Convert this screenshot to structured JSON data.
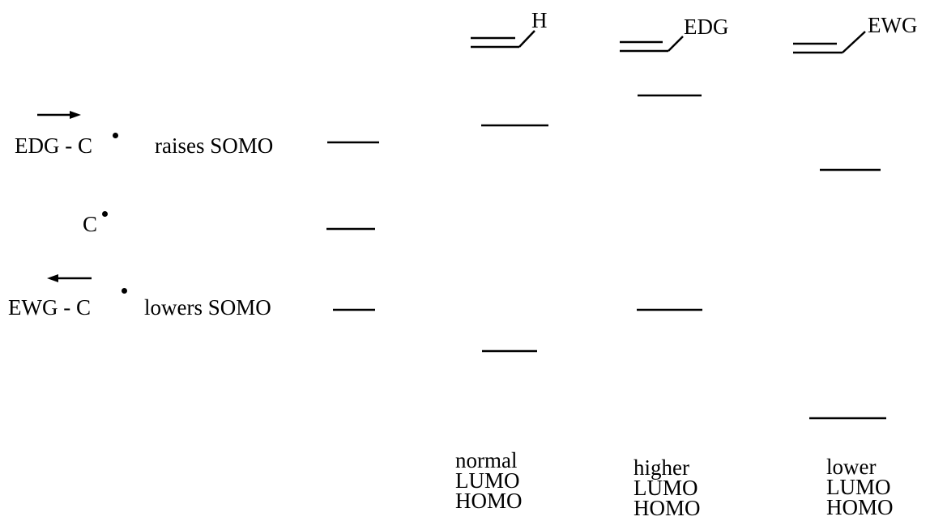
{
  "radicals": [
    {
      "label": "EDG - C",
      "effect": "raises SOMO",
      "arrow": "right"
    },
    {
      "label": "C",
      "effect": "",
      "arrow": "none"
    },
    {
      "label": "EWG - C",
      "effect": "lowers SOMO",
      "arrow": "left"
    }
  ],
  "alkenes": [
    {
      "substituent": "H",
      "caption": [
        "normal",
        "LUMO",
        "HOMO"
      ]
    },
    {
      "substituent": "EDG",
      "caption": [
        "higher",
        "LUMO",
        "HOMO"
      ]
    },
    {
      "substituent": "EWG",
      "caption": [
        "lower",
        "LUMO",
        "HOMO"
      ]
    }
  ]
}
